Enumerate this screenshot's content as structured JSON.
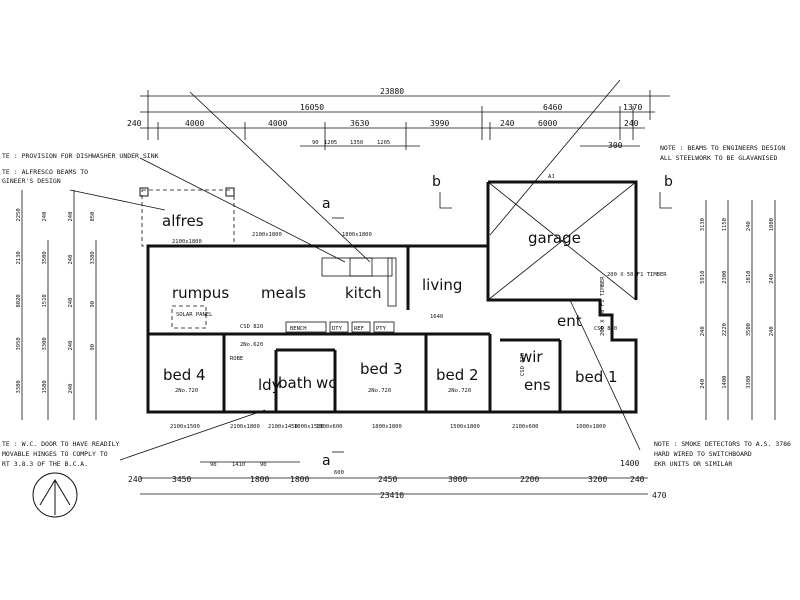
{
  "plan": {
    "rooms": {
      "alfresco": "alfres",
      "garage": "garage",
      "rumpus": "rumpus",
      "meals": "meals",
      "kitchen": "kitch",
      "living": "living",
      "entry": "ent",
      "bed4": "bed 4",
      "ldy": "ldy",
      "bath": "bath",
      "wc": "wc",
      "bed3": "bed 3",
      "bed2": "bed 2",
      "wir": "wir",
      "ens": "ens",
      "bed1": "bed 1"
    },
    "fixtures": {
      "solar_panel": "SOLAR PANEL",
      "bench": "BENCH",
      "dw": "DTY",
      "ref": "REF",
      "pty": "PTY",
      "robe": "ROBE",
      "csd1": "CSD 820",
      "csd2": "CSD 820",
      "csd3": "CSD 820",
      "no620": "2No.620",
      "no720a": "2No.720",
      "no720b": "2No.720",
      "no720c": "2No.720",
      "ao_alfresco": "2100x1800",
      "aj_label": "AJ",
      "timber1": "200 X 50 F1 TIMBER",
      "timber2": "200 X 50 F1 TIMBER",
      "w1640": "1640"
    },
    "notes": {
      "dishwasher": "TE : PROVISION FOR DISHWASHER UNDER SINK",
      "alfresco_beams_1": "TE : ALFRESCO BEAMS TO",
      "alfresco_beams_2": "GINEER'S DESIGN",
      "beams_1": "NOTE : BEAMS TO ENGINEERS DESIGN",
      "beams_2": "ALL STEELWORK TO BE GLAVANISED",
      "wc_door_1": "TE : W.C. DOOR TO HAVE READILY",
      "wc_door_2": "MOVABLE HINGES TO COMPLY TO",
      "wc_door_3": "RT 3.8.3 OF THE B.C.A.",
      "smoke_1": "NOTE : SMOKE DETECTORS TO A.S. 3786",
      "smoke_2": "HARD WIRED TO SWITCHBOARD",
      "smoke_3": "EKR UNITS OR SIMILAR"
    },
    "section_marks": {
      "a_top": "a",
      "a_bottom": "a",
      "b_left": "b",
      "b_right": "b"
    },
    "dims_top": {
      "overall": "23880",
      "d16050": "16050",
      "d6460": "6460",
      "d1370": "1370",
      "d240a": "240",
      "d4000a": "4000",
      "d4000b": "4000",
      "d3630": "3630",
      "d3990": "3990",
      "d240b": "240",
      "d6000": "6000",
      "d240c": "240",
      "d90": "90",
      "d1205a": "1205",
      "d1350": "1350",
      "d1205b": "1205",
      "d300": "300"
    },
    "dims_bottom": {
      "overall": "23410",
      "d240": "240",
      "d3450": "3450",
      "d90": "90",
      "d1410": "1410",
      "d90b": "90",
      "d1800a": "1800",
      "d1800b": "1800",
      "d600": "600",
      "d2450": "2450",
      "d3000": "3000",
      "d2200": "2200",
      "d3200": "3200",
      "d240b": "240",
      "d1400": "1400",
      "d470": "470"
    },
    "dims_left": [
      "2250",
      "2130",
      "8020",
      "3950",
      "3380",
      "240",
      "3500",
      "1510",
      "3300",
      "1500",
      "240",
      "240",
      "240",
      "240",
      "240",
      "850",
      "3380",
      "90",
      "90"
    ],
    "dims_right": [
      "3130",
      "5910",
      "240",
      "240",
      "1150",
      "2300",
      "2220",
      "1400",
      "240",
      "1810",
      "3500",
      "3380",
      "1800",
      "240",
      "240"
    ],
    "window_sizes": [
      "2100x1800",
      "1800x1800",
      "2100x1500",
      "2100x1800",
      "2100x1450",
      "1000x1500",
      "1000x600",
      "1800x1800",
      "1500x1800",
      "2100x600",
      "1000x1800"
    ]
  }
}
